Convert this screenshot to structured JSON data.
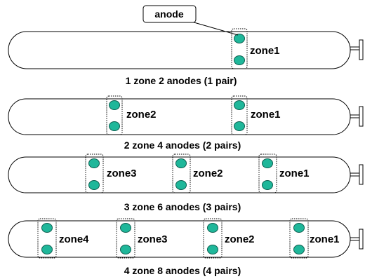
{
  "callout": {
    "text": "anode"
  },
  "tanks": [
    {
      "caption": "1 zone 2 anodes (1 pair)",
      "zones": [
        "zone1"
      ]
    },
    {
      "caption": "2 zone 4 anodes (2 pairs)",
      "zones": [
        "zone2",
        "zone1"
      ]
    },
    {
      "caption": "3 zone 6 anodes (3 pairs)",
      "zones": [
        "zone3",
        "zone2",
        "zone1"
      ]
    },
    {
      "caption": "4 zone 8 anodes (4 pairs)",
      "zones": [
        "zone4",
        "zone3",
        "zone2",
        "zone1"
      ]
    }
  ],
  "colors": {
    "anode_fill": "#1fb79a",
    "anode_stroke": "#0d5f50",
    "outline": "#000000"
  }
}
